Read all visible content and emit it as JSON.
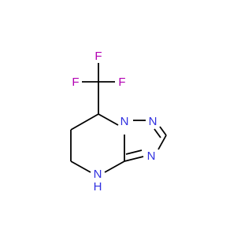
{
  "molecule": {
    "atoms": [
      {
        "id": "F1",
        "label": "F",
        "color": "#b300b3"
      },
      {
        "id": "F2",
        "label": "F",
        "color": "#b300b3"
      },
      {
        "id": "F3",
        "label": "F",
        "color": "#b300b3"
      },
      {
        "id": "N1",
        "label": "N",
        "color": "#2f2fe0"
      },
      {
        "id": "N2",
        "label": "N",
        "color": "#2f2fe0"
      },
      {
        "id": "N3",
        "label": "N",
        "color": "#2f2fe0"
      },
      {
        "id": "NH_N",
        "label": "N",
        "color": "#2f2fe0"
      },
      {
        "id": "NH_H",
        "label": "H",
        "color": "#2f2fe0"
      }
    ],
    "bond_color": "#000000"
  }
}
